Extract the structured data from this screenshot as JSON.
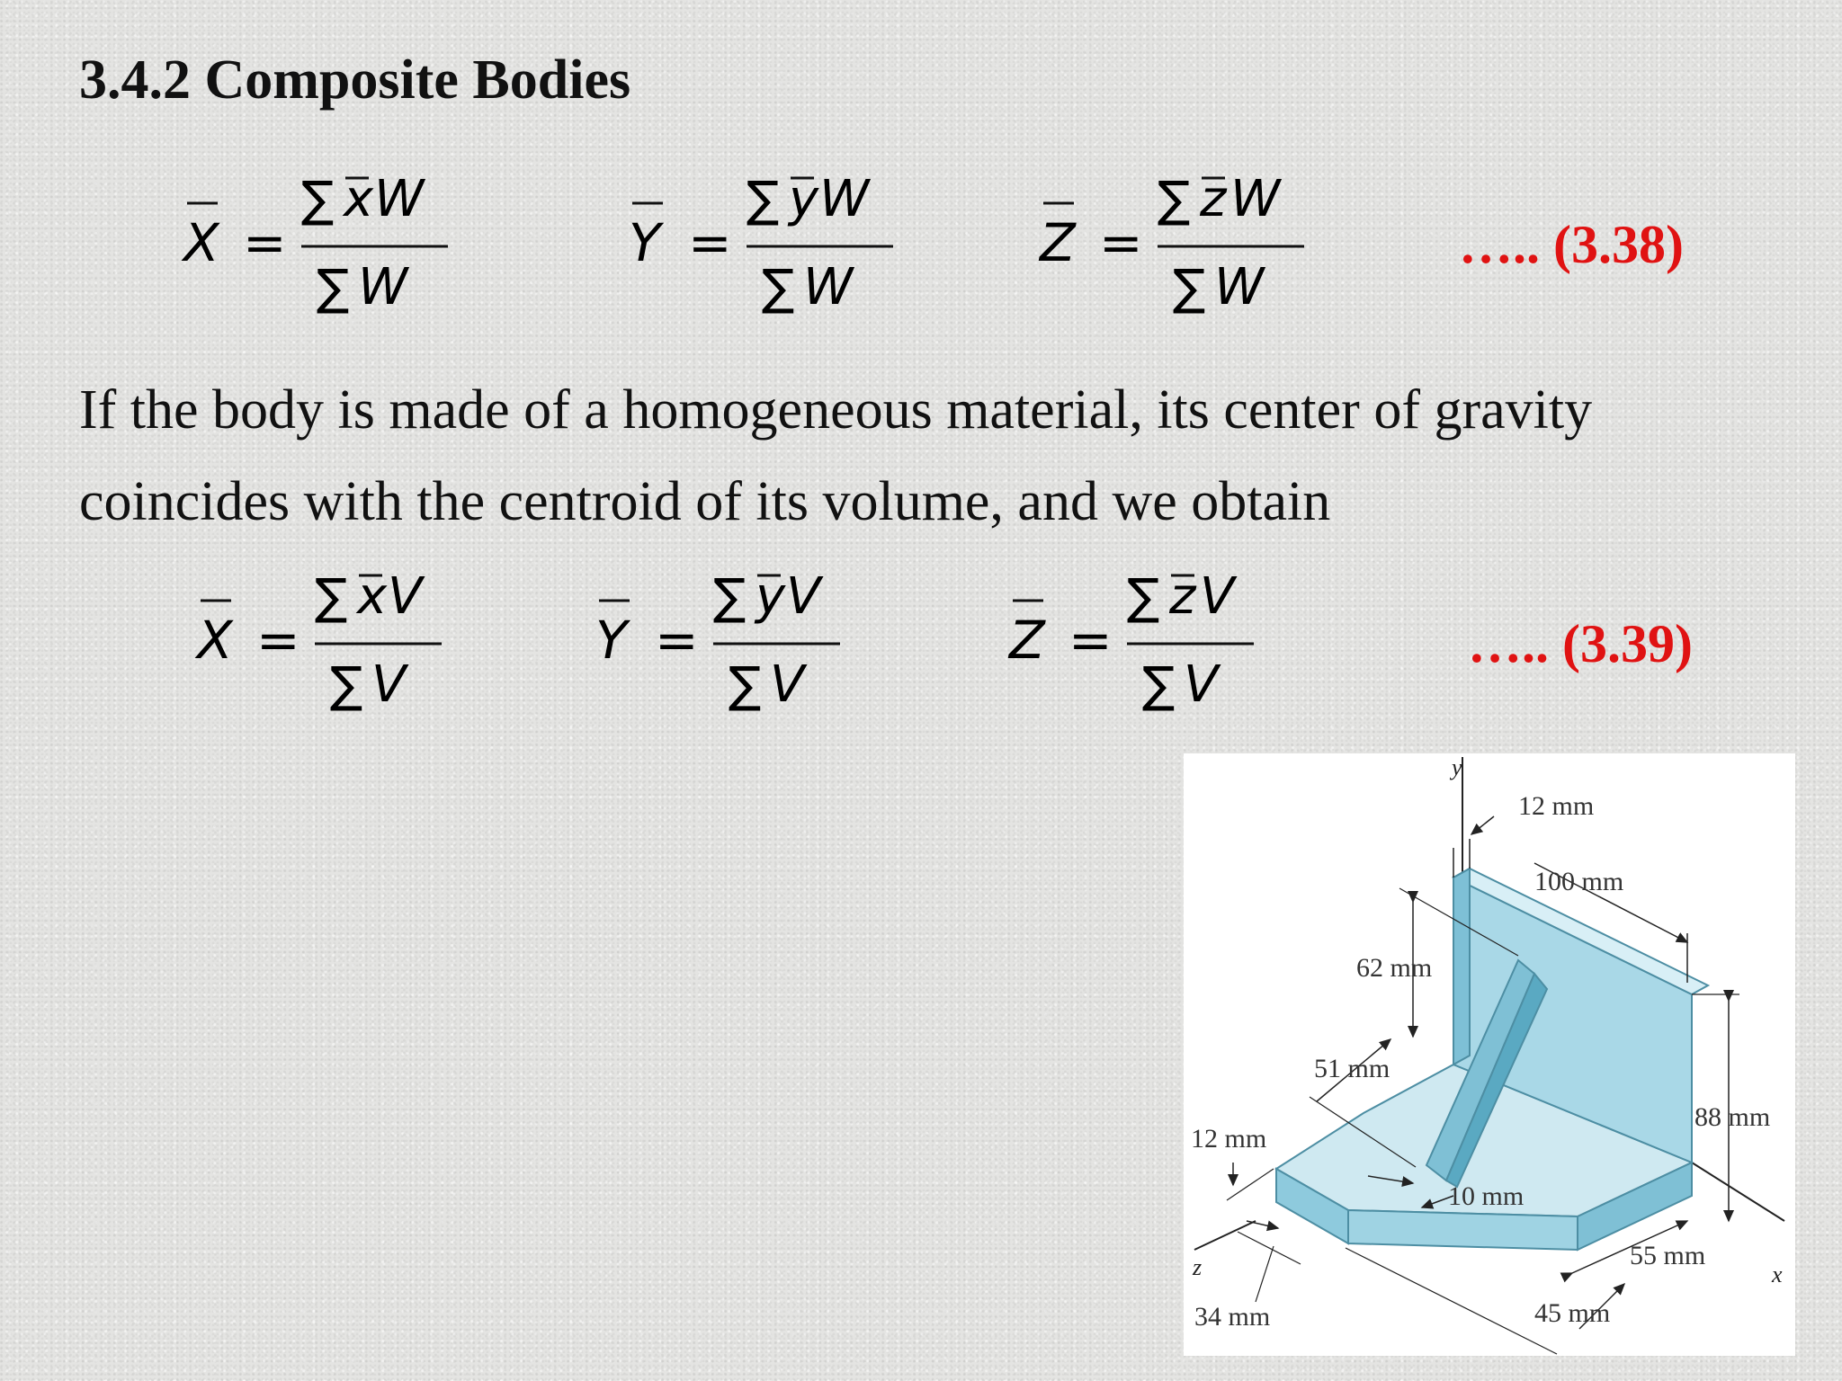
{
  "heading": "3.4.2 Composite Bodies",
  "paragraph": "If the body is made of a homogeneous material, its center of gravity coincides with the centroid of its volume, and we obtain",
  "equations_weight": {
    "x": {
      "lhs": "X",
      "num_sym": "x",
      "var": "W"
    },
    "y": {
      "lhs": "Y",
      "num_sym": "y",
      "var": "W"
    },
    "z": {
      "lhs": "Z",
      "num_sym": "z",
      "var": "W"
    },
    "eq_label": "….. (3.38)",
    "sigma": "∑",
    "equals": "="
  },
  "equations_volume": {
    "x": {
      "lhs": "X",
      "num_sym": "x",
      "var": "V"
    },
    "y": {
      "lhs": "Y",
      "num_sym": "y",
      "var": "V"
    },
    "z": {
      "lhs": "Z",
      "num_sym": "z",
      "var": "V"
    },
    "eq_label": "….. (3.39)",
    "sigma": "∑",
    "equals": "="
  },
  "figure": {
    "axis_y": "y",
    "axis_x": "x",
    "axis_z": "z",
    "dim_12_top": "12 mm",
    "dim_100": "100 mm",
    "dim_62": "62 mm",
    "dim_51": "51 mm",
    "dim_88": "88 mm",
    "dim_12_left": "12 mm",
    "dim_10": "10 mm",
    "dim_55": "55 mm",
    "dim_45": "45 mm",
    "dim_34": "34 mm",
    "colors": {
      "face_light": "#cfe9f1",
      "face_mid": "#9fd3e3",
      "face_dark": "#6cb5cc",
      "edge": "#4d8ea3"
    }
  },
  "colors": {
    "equation_label": "#e01212",
    "text": "#111111"
  }
}
